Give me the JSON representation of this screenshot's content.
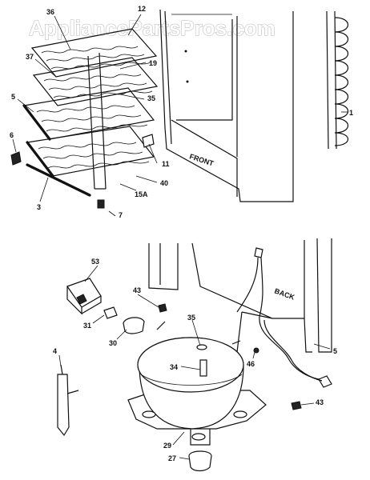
{
  "watermark": "AppliancePartsPros.com",
  "top_section": {
    "cabinet_label": "FRONT",
    "callouts": [
      "36",
      "12",
      "37",
      "19",
      "5",
      "35",
      "6",
      "11",
      "3",
      "40",
      "15A",
      "7",
      "1"
    ]
  },
  "bottom_section": {
    "cabinet_label": "BACK",
    "callouts": [
      "53",
      "43",
      "35",
      "31",
      "30",
      "34",
      "46",
      "5",
      "4",
      "43",
      "29",
      "27"
    ]
  }
}
